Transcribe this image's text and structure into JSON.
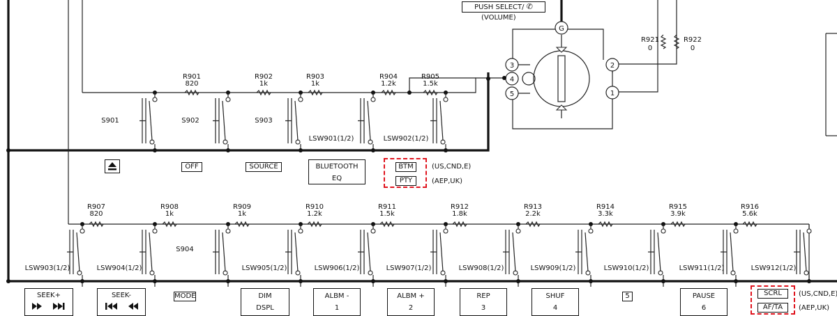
{
  "top_button": {
    "line1": "PUSH SELECT/",
    "icon": "phone-icon",
    "line2": "(VOLUME)"
  },
  "knob_pins": [
    "G",
    "3",
    "4",
    "5",
    "2",
    "1"
  ],
  "top_resistors": [
    {
      "name": "R901",
      "value": "820"
    },
    {
      "name": "R902",
      "value": "1k"
    },
    {
      "name": "R903",
      "value": "1k"
    },
    {
      "name": "R904",
      "value": "1.2k"
    },
    {
      "name": "R905",
      "value": "1.5k"
    }
  ],
  "side_resistors": [
    {
      "name": "R921",
      "value": "0"
    },
    {
      "name": "R922",
      "value": "0"
    }
  ],
  "top_switches": [
    "S901",
    "S902",
    "S903",
    "LSW901(1/2)",
    "LSW902(1/2)"
  ],
  "top_labels": {
    "eject_icon": "eject-icon",
    "off": "OFF",
    "source": "SOURCE",
    "bt_line1": "BLUETOOTH",
    "bt_line2": "EQ",
    "btm": "BTM",
    "btm_region": "(US,CND,E)",
    "pty": "PTY",
    "pty_region": "(AEP,UK)"
  },
  "bottom_resistors": [
    {
      "name": "R907",
      "value": "820"
    },
    {
      "name": "R908",
      "value": "1k"
    },
    {
      "name": "R909",
      "value": "1k"
    },
    {
      "name": "R910",
      "value": "1.2k"
    },
    {
      "name": "R911",
      "value": "1.5k"
    },
    {
      "name": "R912",
      "value": "1.8k"
    },
    {
      "name": "R913",
      "value": "2.2k"
    },
    {
      "name": "R914",
      "value": "3.3k"
    },
    {
      "name": "R915",
      "value": "3.9k"
    },
    {
      "name": "R916",
      "value": "5.6k"
    }
  ],
  "bottom_switches": [
    "LSW903(1/2)",
    "LSW904(1/2)",
    "S904",
    "LSW905(1/2)",
    "LSW906(1/2)",
    "LSW907(1/2)",
    "LSW908(1/2)",
    "LSW909(1/2)",
    "LSW910(1/2)",
    "LSW911(1/2)",
    "LSW912(1/2)"
  ],
  "bottom_labels": {
    "seek_plus": "SEEK+",
    "seek_plus_icon": "next-track-icon",
    "seek_minus": "SEEK-",
    "seek_minus_icon": "prev-track-icon",
    "mode": "MODE",
    "dim_line1": "DIM",
    "dim_line2": "DSPL",
    "albm_minus": "ALBM -",
    "albm_minus_num": "1",
    "albm_plus": "ALBM +",
    "albm_plus_num": "2",
    "rep": "REP",
    "rep_num": "3",
    "shuf": "SHUF",
    "shuf_num": "4",
    "five": "5",
    "pause": "PAUSE",
    "pause_num": "6",
    "scrl": "SCRL",
    "scrl_region": "(US,CND,E)",
    "afta": "AF/TA",
    "afta_region": "(AEP,UK)"
  }
}
